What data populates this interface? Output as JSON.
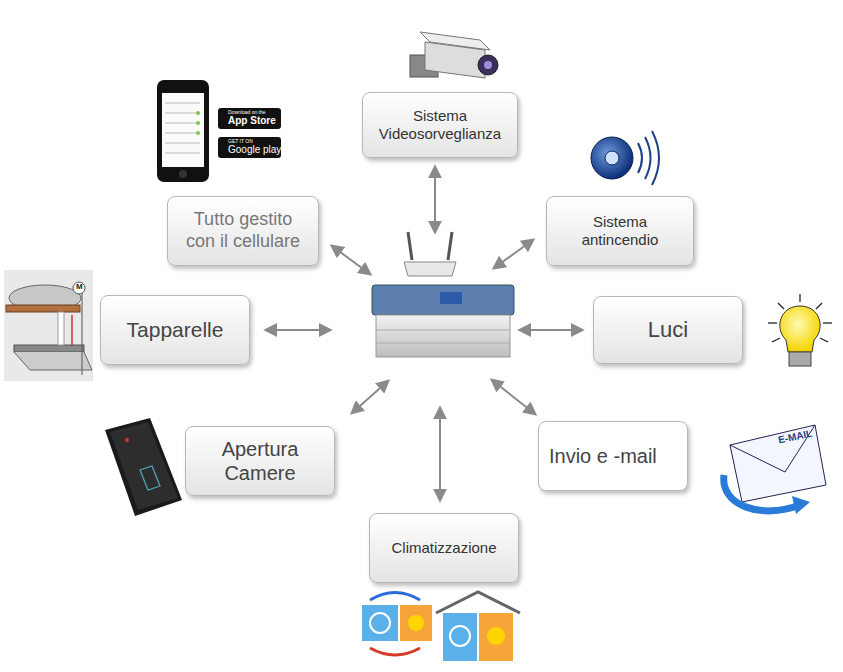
{
  "diagram": {
    "nodes": [
      {
        "text": [
          "Sistema Videosorveglianza"
        ]
      },
      {
        "text": [
          "Tutto gestito con il cellulare"
        ]
      },
      {
        "text": [
          "Sistema antincendio"
        ]
      },
      {
        "text": [
          "Tapparelle"
        ]
      },
      {
        "text": [
          "Luci"
        ]
      },
      {
        "text": [
          "Apertura Camere"
        ]
      },
      {
        "text": [
          "Invio e -mail"
        ]
      },
      {
        "text": [
          "Climatizzazione"
        ]
      }
    ],
    "labels": [
      "Download on the",
      "App Store",
      "GET IT ON",
      "Google play",
      "E-MAIL",
      "M"
    ]
  }
}
